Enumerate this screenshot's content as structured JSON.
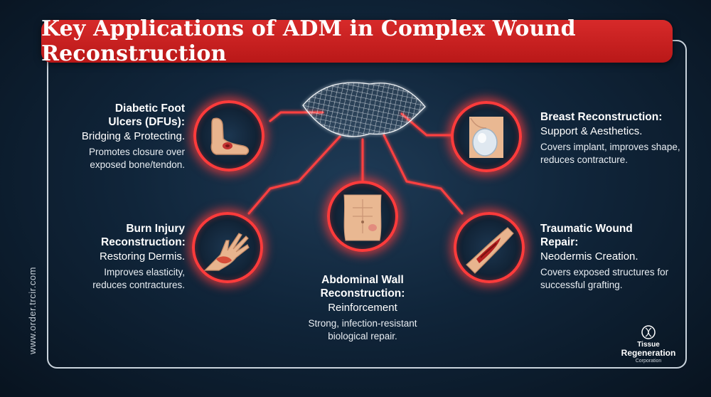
{
  "title": "Key Applications of ADM in Complex Wound Reconstruction",
  "website": "www.order.trcir.com",
  "logo": {
    "line1": "Tissue",
    "line2": "Regeneration",
    "line3": "Corporation"
  },
  "colors": {
    "accent": "#ff3b3b",
    "banner": "#c81f1f",
    "background": "#10253a"
  },
  "applications": [
    {
      "icon": "foot-icon",
      "heading": "Diabetic Foot Ulcers (DFUs):",
      "subtitle": "Bridging & Protecting.",
      "description": "Promotes closure over exposed bone/tendon."
    },
    {
      "icon": "breast-implant-icon",
      "heading": "Breast Reconstruction:",
      "subtitle": "Support & Aesthetics.",
      "description": "Covers implant, improves shape, reduces contracture."
    },
    {
      "icon": "burned-hand-icon",
      "heading": "Burn Injury Reconstruction:",
      "subtitle": "Restoring Dermis.",
      "description": "Improves elasticity, reduces contractures."
    },
    {
      "icon": "abdomen-icon",
      "heading": "Abdominal Wall Reconstruction:",
      "subtitle": "Reinforcement",
      "description": "Strong, infection-resistant biological repair."
    },
    {
      "icon": "wounded-leg-icon",
      "heading": "Traumatic Wound Repair:",
      "subtitle": "Neodermis Creation.",
      "description": "Covers exposed structures for successful grafting."
    }
  ]
}
